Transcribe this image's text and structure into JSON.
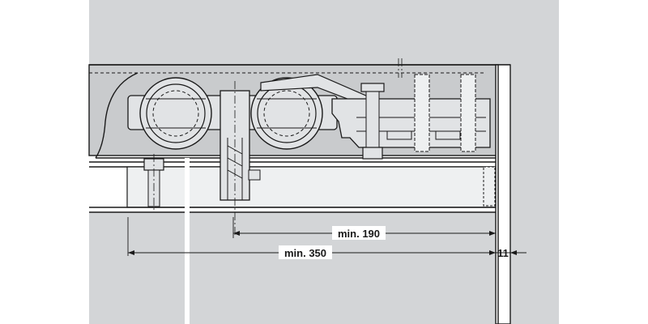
{
  "colors": {
    "wall": "#d3d5d7",
    "body": "#c9cbcd",
    "metal": "#e1e3e5",
    "light": "#eef0f1",
    "line": "#1a1a1a"
  },
  "dimensions": {
    "min_190": "min. 190",
    "min_350": "min. 350",
    "gap_11": "11"
  }
}
